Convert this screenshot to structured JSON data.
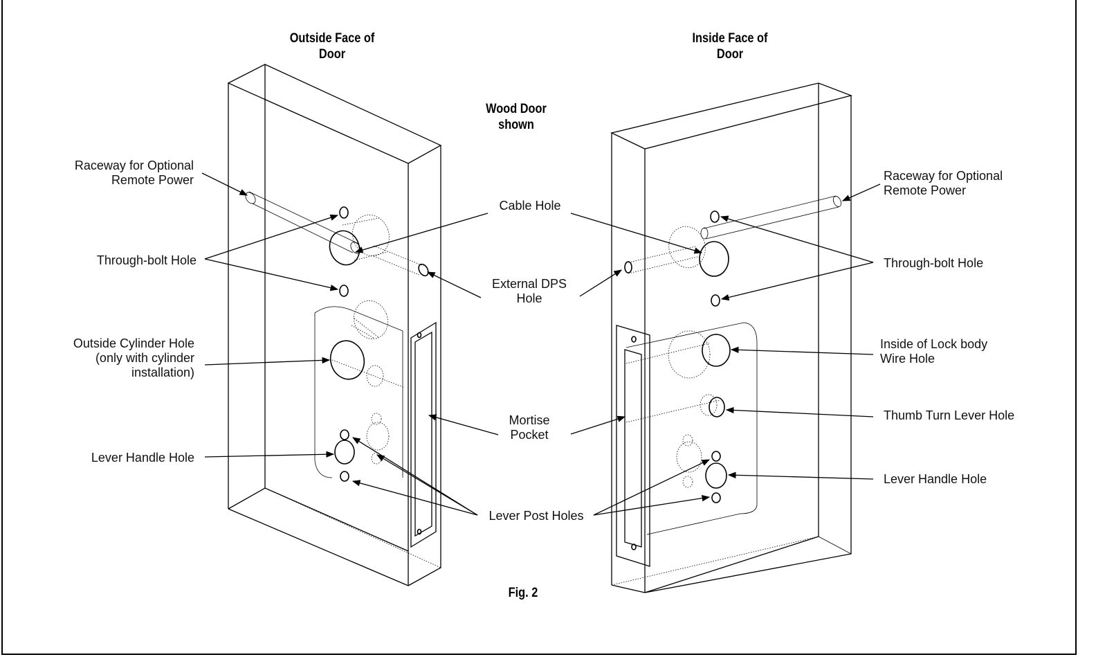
{
  "titles": {
    "outside": "Outside Face of\nDoor",
    "inside": "Inside Face of\nDoor",
    "wood": "Wood Door\nshown",
    "figure": "Fig.  2"
  },
  "labels": {
    "left_raceway": "Raceway for Optional\nRemote Power",
    "left_through_bolt": "Through-bolt Hole",
    "left_cylinder": "Outside Cylinder Hole\n(only with cylinder\ninstallation)",
    "left_lever_handle": "Lever Handle Hole",
    "cable_hole": "Cable Hole",
    "external_dps": "External DPS\nHole",
    "mortise_pocket": "Mortise\nPocket",
    "lever_post_holes": "Lever Post Holes",
    "right_raceway": "Raceway for Optional\nRemote Power",
    "right_through_bolt": "Through-bolt Hole",
    "right_lock_body": "Inside of Lock body\nWire Hole",
    "right_thumb_turn": "Thumb Turn Lever Hole",
    "right_lever_handle": "Lever Handle Hole"
  }
}
